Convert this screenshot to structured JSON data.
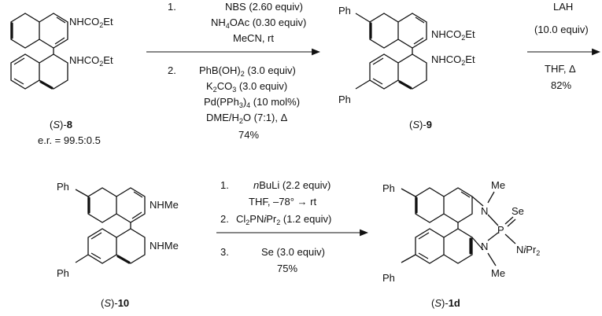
{
  "compounds": {
    "c8": {
      "prefix": "(",
      "italic": "S",
      "suffix": ")-",
      "num": "8",
      "er": "e.r. = 99.5:0.5",
      "sub1": "NHCO",
      "sub1b": "2",
      "sub1c": "Et",
      "sub2": "NHCO",
      "sub2b": "2",
      "sub2c": "Et"
    },
    "c9": {
      "prefix": "(",
      "italic": "S",
      "suffix": ")-",
      "num": "9",
      "ph1": "Ph",
      "ph2": "Ph",
      "sub1": "NHCO",
      "sub1b": "2",
      "sub1c": "Et",
      "sub2": "NHCO",
      "sub2b": "2",
      "sub2c": "Et"
    },
    "c10": {
      "prefix": "(",
      "italic": "S",
      "suffix": ")-",
      "num": "10",
      "ph1": "Ph",
      "ph2": "Ph",
      "sub1": "NHMe",
      "sub2": "NHMe"
    },
    "c1d": {
      "prefix": "(",
      "italic": "S",
      "suffix": ")-",
      "num": "1d",
      "ph1": "Ph",
      "ph2": "Ph",
      "n1": "N",
      "n2": "N",
      "me1": "Me",
      "me2": "Me",
      "p": "P",
      "se": "Se",
      "ni": "N",
      "iPr": "i",
      "pr": "Pr",
      "pr2": "2"
    }
  },
  "step1": {
    "n1": "1.",
    "l1": "NBS (2.60 equiv)",
    "l2a": "NH",
    "l2b": "4",
    "l2c": "OAc (0.30 equiv)",
    "l3": "MeCN, rt",
    "n2": "2.",
    "l4a": "PhB(OH)",
    "l4b": "2",
    "l4c": " (3.0 equiv)",
    "l5a": "K",
    "l5b": "2",
    "l5c": "CO",
    "l5d": "3",
    "l5e": " (3.0 equiv)",
    "l6a": "Pd(PPh",
    "l6b": "3",
    "l6c": ")",
    "l6d": "4",
    "l6e": " (10 mol%)",
    "l7a": "DME/H",
    "l7b": "2",
    "l7c": "O (7:1), Δ",
    "yield": "74%"
  },
  "step2": {
    "l1": "LAH",
    "l2": "(10.0 equiv)",
    "l3": "THF, Δ",
    "yield": "82%"
  },
  "step3": {
    "n1": "1.",
    "l1a": "n",
    "l1b": "BuLi (2.2 equiv)",
    "l2": "THF, –78° → rt",
    "n2": "2.",
    "l3a": "Cl",
    "l3b": "2",
    "l3c": "PN",
    "l3d": "i",
    "l3e": "Pr",
    "l3f": "2",
    "l3g": " (1.2 equiv)",
    "n3": "3.",
    "l4": "Se (3.0 equiv)",
    "yield": "75%"
  }
}
